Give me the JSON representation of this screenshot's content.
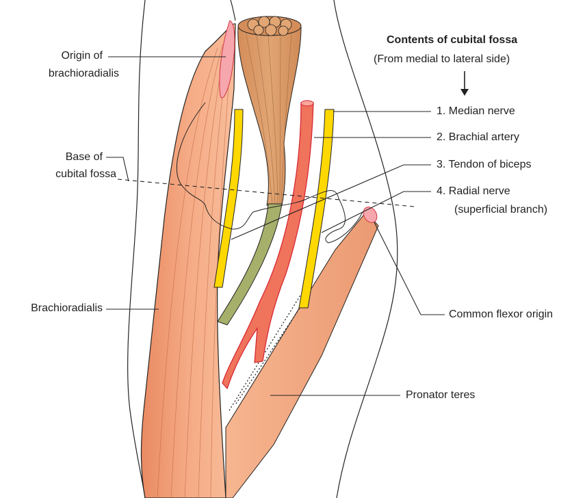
{
  "legend": {
    "title": "Contents of cubital fossa",
    "subtitle": "(From medial to lateral side)",
    "arrow_icon": "arrow-down",
    "items": [
      "1. Median nerve",
      "2. Brachial artery",
      "3. Tendon of biceps",
      "4. Radial nerve",
      "(superficial branch)"
    ]
  },
  "labels": {
    "origin_line1": "Origin of",
    "origin_line2": "brachioradialis",
    "base_line1": "Base of",
    "base_line2": "cubital fossa",
    "brachioradialis": "Brachioradialis",
    "common_flexor": "Common flexor origin",
    "pronator": "Pronator teres"
  },
  "colors": {
    "muscle": "#f4a67e",
    "muscle_dark": "#e07f57",
    "biceps": "#d99a66",
    "tendon": "#a7b06b",
    "artery": "#f0735c",
    "nerve": "#ffd800",
    "origin": "#f6a6ad"
  }
}
